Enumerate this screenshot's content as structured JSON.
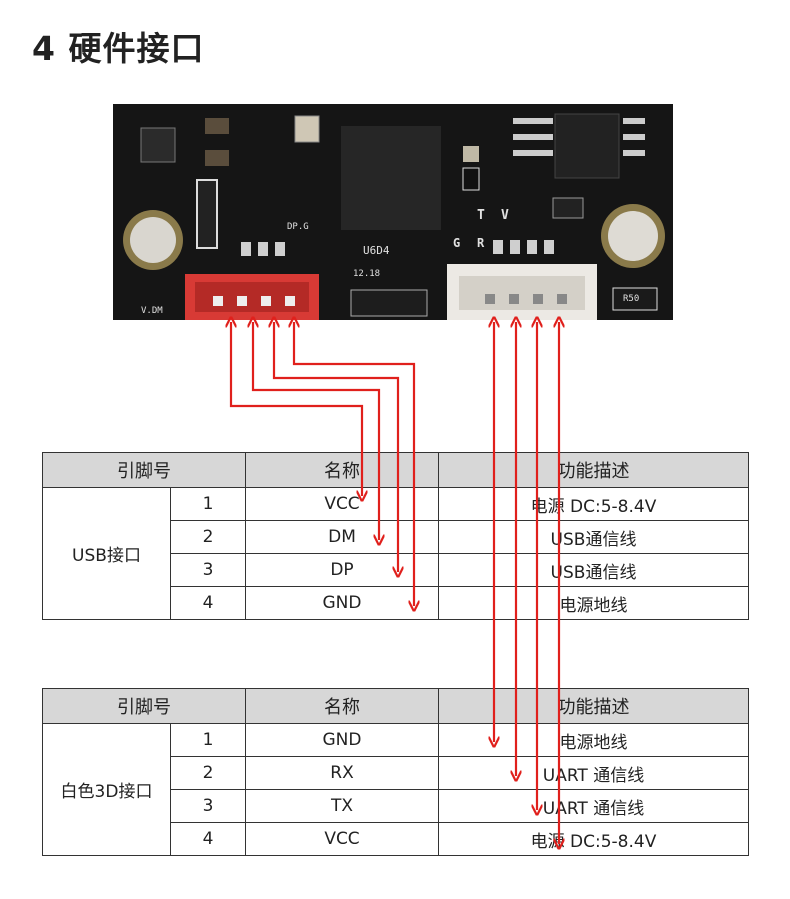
{
  "title": "4 硬件接口",
  "board": {
    "silk_chip": "U6D4",
    "silk_date": "12.18",
    "silk_dp": "DP.G",
    "silk_vdm": "V.DM",
    "silk_t": "T",
    "silk_v": "V",
    "silk_g": "G",
    "silk_r": "R",
    "silk_res": "R50"
  },
  "usb_table": {
    "headers": [
      "引脚号",
      "名称",
      "功能描述"
    ],
    "group": "USB接口",
    "rows": [
      {
        "pin": "1",
        "name": "VCC",
        "desc": "电源 DC:5-8.4V"
      },
      {
        "pin": "2",
        "name": "DM",
        "desc": "USB通信线"
      },
      {
        "pin": "3",
        "name": "DP",
        "desc": "USB通信线"
      },
      {
        "pin": "4",
        "name": "GND",
        "desc": "电源地线"
      }
    ]
  },
  "uart_table": {
    "headers": [
      "引脚号",
      "名称",
      "功能描述"
    ],
    "group": "白色3D接口",
    "rows": [
      {
        "pin": "1",
        "name": "GND",
        "desc": "电源地线"
      },
      {
        "pin": "2",
        "name": "RX",
        "desc": "UART 通信线"
      },
      {
        "pin": "3",
        "name": "TX",
        "desc": "UART 通信线"
      },
      {
        "pin": "4",
        "name": "VCC",
        "desc": "电源 DC:5-8.4V"
      }
    ]
  },
  "colors": {
    "arrow": "#e0201c",
    "header_bg": "#d7d7d7",
    "pcb": "#141414",
    "red_conn": "#d83a35",
    "white_conn": "#ece9e4"
  }
}
